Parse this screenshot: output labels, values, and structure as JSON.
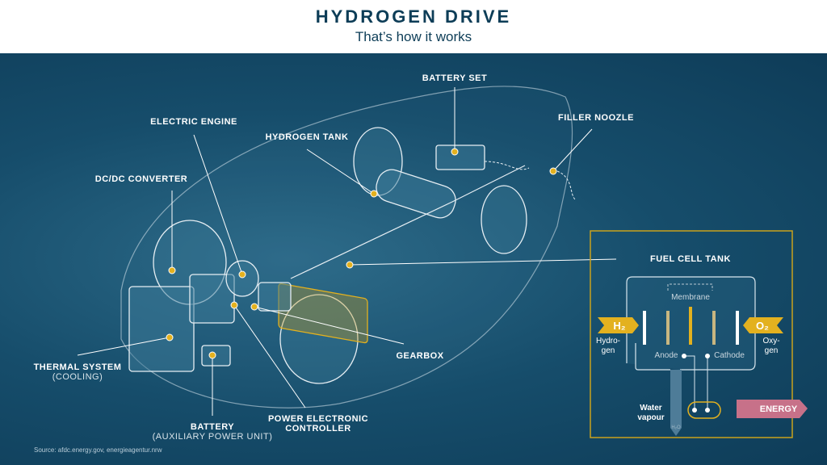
{
  "header": {
    "title": "HYDROGEN DRIVE",
    "subtitle": "That’s how it works"
  },
  "labels": {
    "battery_set": "BATTERY SET",
    "filler_noozle": "FILLER NOOZLE",
    "electric_engine": "ELECTRIC ENGINE",
    "hydrogen_tank": "HYDROGEN TANK",
    "dcdc_converter": "DC/DC CONVERTER",
    "fuel_cell_tank": "FUEL CELL TANK",
    "gearbox": "GEARBOX",
    "thermal_system": "THERMAL SYSTEM",
    "thermal_system_sub": "(COOLING)",
    "battery": "BATTERY",
    "battery_sub": "(AUXILIARY POWER UNIT)",
    "power_electronic_1": "POWER ELECTRONIC",
    "power_electronic_2": "CONTROLLER"
  },
  "fuel_cell": {
    "h2": "H₂",
    "h2_label_1": "Hydro-",
    "h2_label_2": "gen",
    "o2": "O₂",
    "o2_label_1": "Oxy-",
    "o2_label_2": "gen",
    "membrane": "Membrane",
    "anode": "Anode",
    "cathode": "Cathode",
    "water_1": "Water",
    "water_2": "vapour",
    "h2o": "H₂O",
    "energy": "ENERGY"
  },
  "colors": {
    "navy": "#0d3d57",
    "gold": "#e3b11f",
    "pink": "#c77189"
  },
  "source": "Source: afdc.energy.gov, energieagentur.nrw"
}
